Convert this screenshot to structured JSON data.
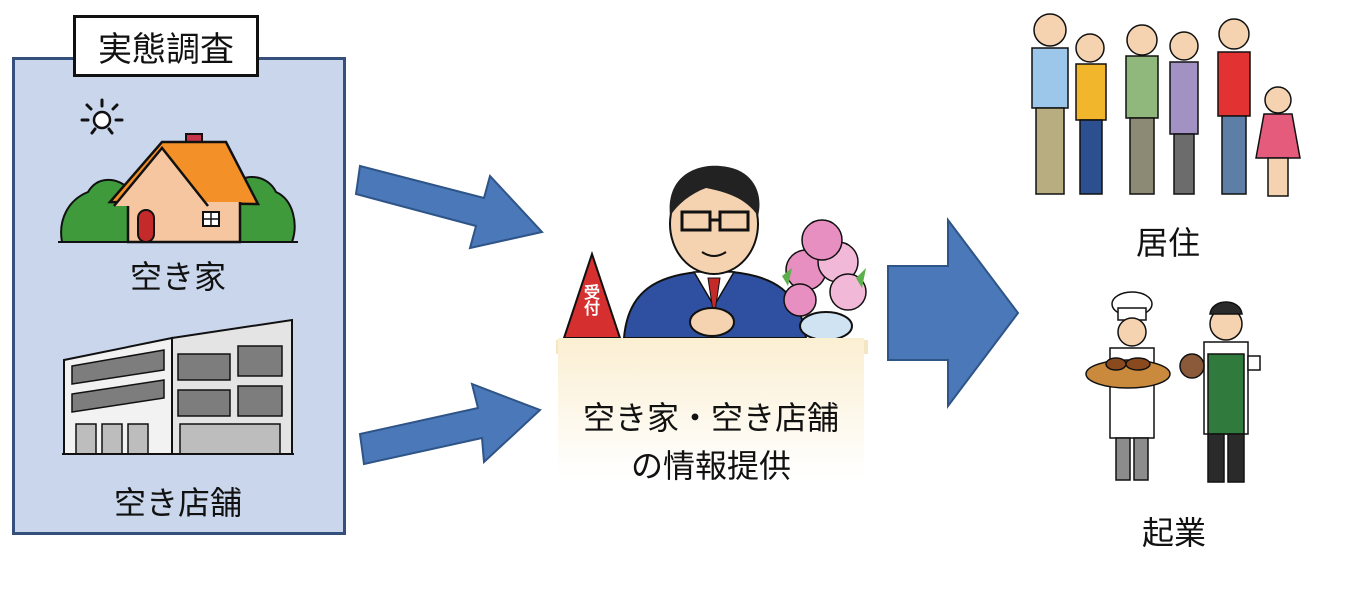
{
  "survey": {
    "title": "実態調査"
  },
  "sources": {
    "vacant_house": "空き家",
    "vacant_shop": "空き店舗"
  },
  "center": {
    "line1": "空き家・空き店舗",
    "line2": "の情報提供",
    "badge": "受付"
  },
  "outcomes": {
    "residence": "居住",
    "startup": "起業"
  },
  "colors": {
    "arrow": "#4a78b8",
    "arrow_stroke": "#2f5488",
    "panel": "#c9d6ec",
    "panel_border": "#36507e"
  }
}
